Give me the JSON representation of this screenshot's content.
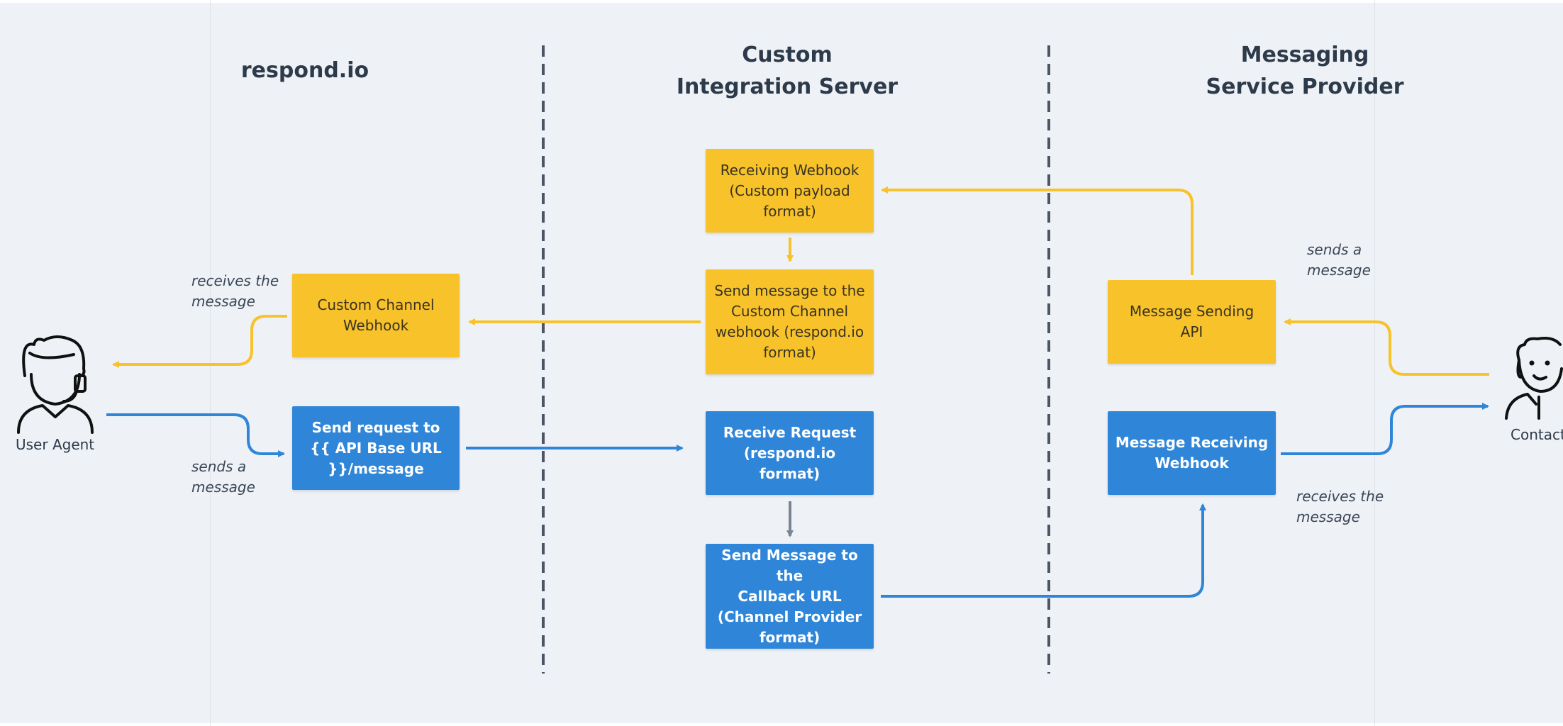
{
  "columns": {
    "left": "respond.io",
    "middle": "Custom\nIntegration Server",
    "right": "Messaging\nService Provider"
  },
  "boxes": {
    "custom_channel_webhook": "Custom Channel\nWebhook",
    "send_request": "Send request to\n{{ API Base URL\n}}/message",
    "receiving_webhook": "Receiving Webhook\n(Custom payload\nformat)",
    "send_to_custom_channel": "Send message to the\nCustom Channel\nwebhook (respond.io\nformat)",
    "receive_request": "Receive Request\n(respond.io format)",
    "send_to_callback": "Send Message to the\nCallback URL\n(Channel Provider\nformat)",
    "message_sending_api": "Message Sending\nAPI",
    "message_receiving_webhook": "Message Receiving\nWebhook"
  },
  "notes": {
    "left_receives": "receives the\nmessage",
    "left_sends": "sends a\nmessage",
    "right_sends": "sends a\nmessage",
    "right_receives": "receives the\nmessage"
  },
  "actors": {
    "user_agent": "User Agent",
    "contact": "Contact"
  },
  "colors": {
    "background": "#eef2f6",
    "yellow": "#f7c22a",
    "blue": "#2f86d8",
    "gray_arrow": "#7a8593",
    "divider": "#4a5565",
    "text_dark": "#2d3a4a"
  },
  "icons": {
    "user_agent": "headset-agent-icon",
    "contact": "person-contact-icon"
  }
}
